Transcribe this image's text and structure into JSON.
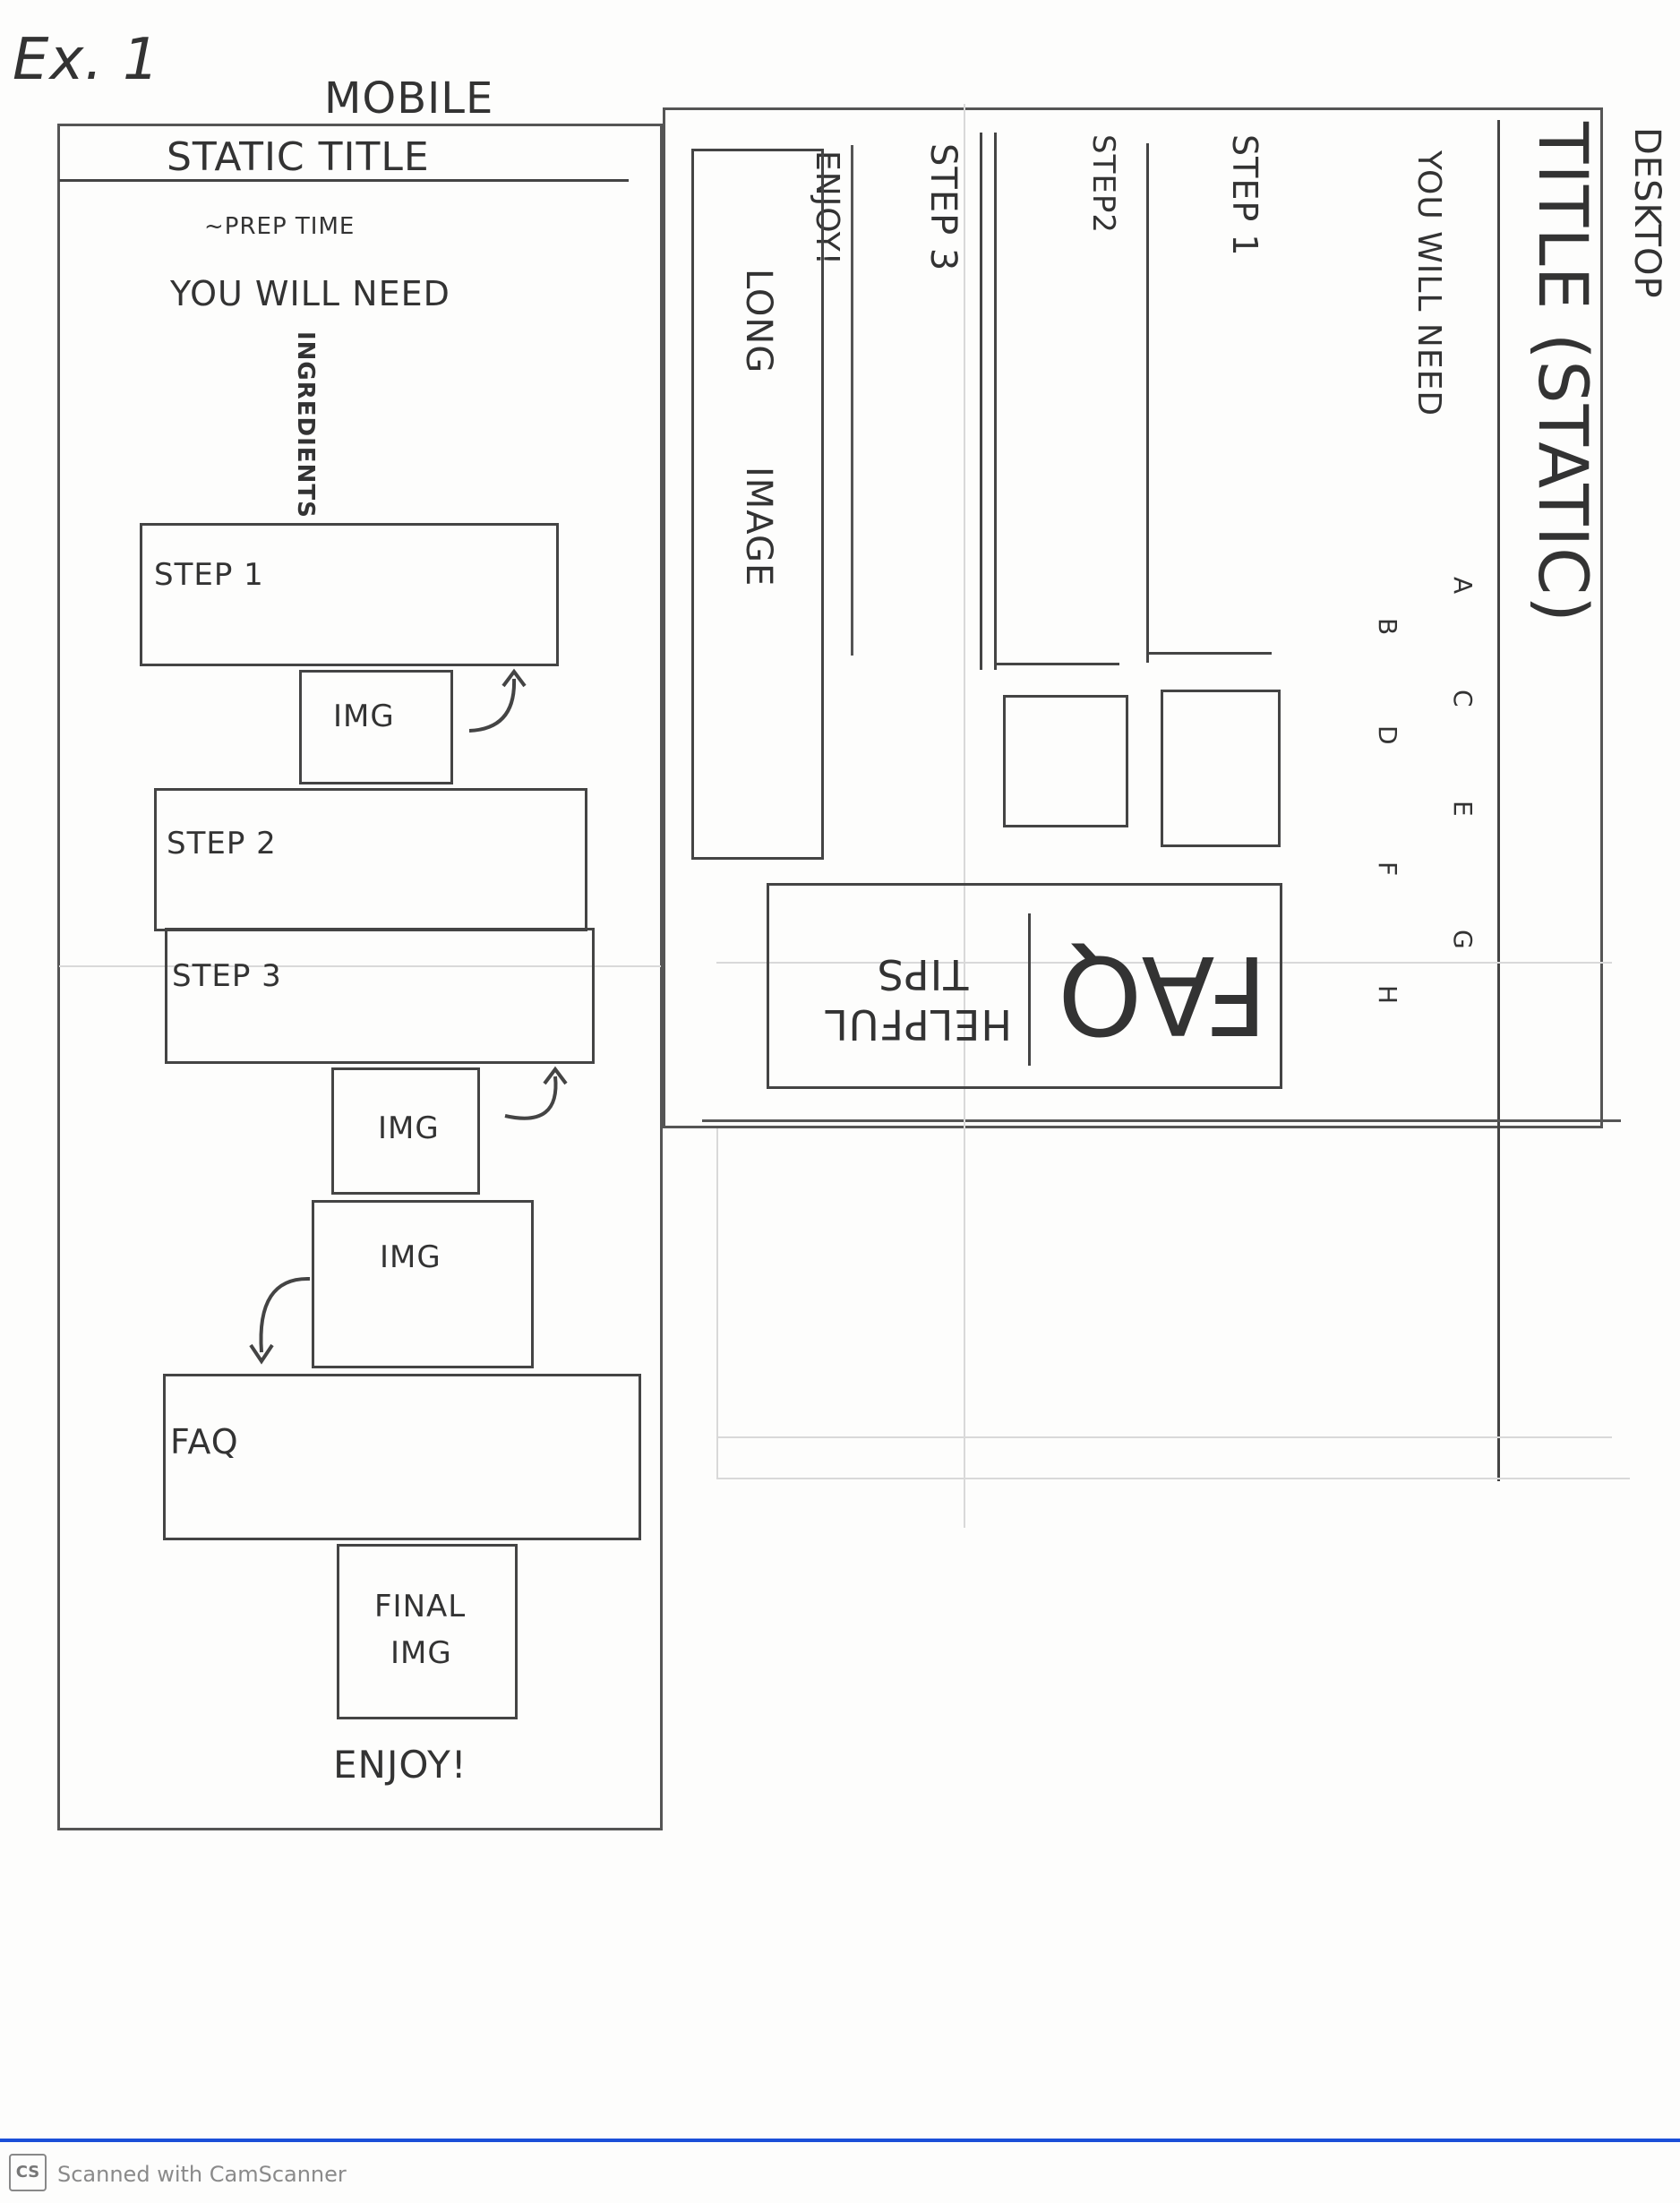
{
  "sketch": {
    "label": "Ex. 1",
    "mobile": {
      "heading": "MOBILE",
      "title": "STATIC TITLE",
      "prep_time": "~PREP TIME",
      "you_will_need": "YOU WILL NEED",
      "ingredients": "INGREDIENTS",
      "step1": "STEP 1",
      "img1": "IMG",
      "step2": "STEP 2",
      "step3": "STEP 3",
      "img2": "IMG",
      "img3": "IMG",
      "faq": "FAQ",
      "final_img_line1": "FINAL",
      "final_img_line2": "IMG",
      "enjoy": "ENJOY!"
    },
    "desktop": {
      "heading": "DESKTOP",
      "title": "TITLE (STATIC)",
      "you_will_need": "YOU WILL NEED",
      "ingredient_letters": [
        "A",
        "B",
        "C",
        "D",
        "E",
        "F",
        "G",
        "H"
      ],
      "step1": "STEP 1",
      "step2": "STEP2",
      "step3": "STEP 3",
      "enjoy": "ENJOY!",
      "long_image": "LONG IMAGE",
      "faq": "FAQ",
      "helpful_tips": "HELPFUL TIPS"
    }
  },
  "footer": {
    "cam_logo": "CS",
    "scanner_text": "Scanned with CamScanner"
  },
  "colors": {
    "ink": "#333333",
    "bar": "#1b4fd8"
  }
}
